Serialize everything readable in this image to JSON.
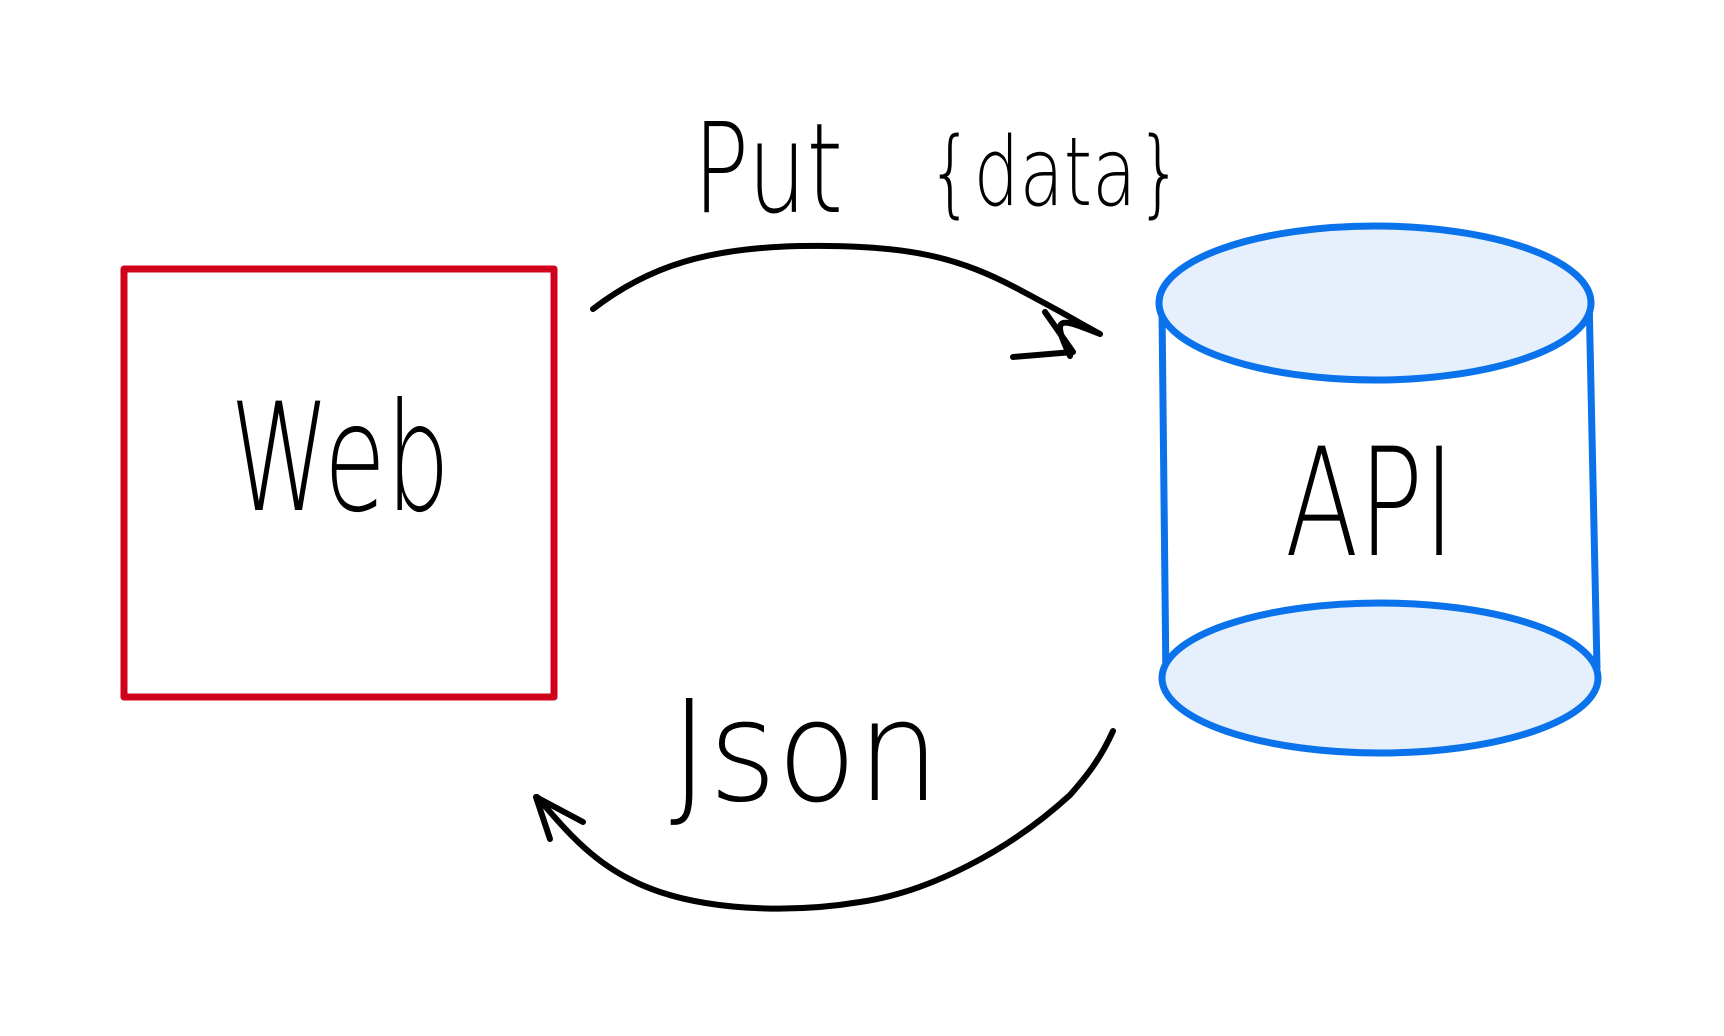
{
  "diagram": {
    "nodes": {
      "web": {
        "label": "Web",
        "shape": "rectangle",
        "stroke_color": "#d0021b"
      },
      "api": {
        "label": "API",
        "shape": "cylinder",
        "stroke_color": "#0a72ea",
        "fill_color": "#e6f0fc"
      }
    },
    "edges": {
      "request": {
        "from": "web",
        "to": "api",
        "method": "Put",
        "payload": "{data}"
      },
      "response": {
        "from": "api",
        "to": "web",
        "label": "Json"
      }
    }
  }
}
